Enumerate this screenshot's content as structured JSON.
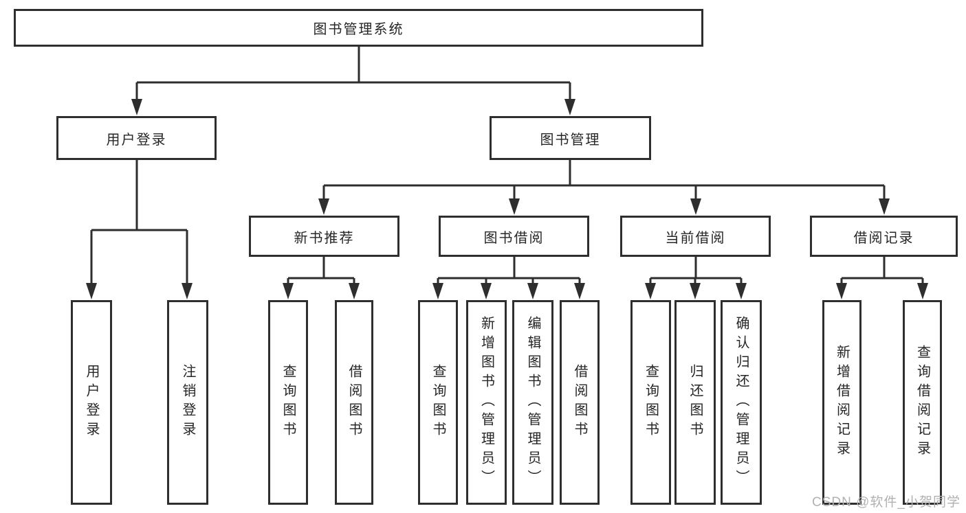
{
  "tree": {
    "label": "图书管理系统",
    "children": [
      {
        "label": "用户登录",
        "children": [
          {
            "label": "用户登录"
          },
          {
            "label": "注销登录"
          }
        ]
      },
      {
        "label": "图书管理",
        "children": [
          {
            "label": "新书推荐",
            "children": [
              {
                "label": "查询图书"
              },
              {
                "label": "借阅图书"
              }
            ]
          },
          {
            "label": "图书借阅",
            "children": [
              {
                "label": "查询图书"
              },
              {
                "label": "新增图书（管理员）"
              },
              {
                "label": "编辑图书（管理员）"
              },
              {
                "label": "借阅图书"
              }
            ]
          },
          {
            "label": "当前借阅",
            "children": [
              {
                "label": "查询图书"
              },
              {
                "label": "归还图书"
              },
              {
                "label": "确认归还（管理员）"
              }
            ]
          },
          {
            "label": "借阅记录",
            "children": [
              {
                "label": "新增借阅记录"
              },
              {
                "label": "查询借阅记录"
              }
            ]
          }
        ]
      }
    ]
  },
  "watermark": {
    "text": "CSDN @软件_小贺同学"
  },
  "colors": {
    "line": "#2e2e2e",
    "box_border": "#2e2e2e",
    "text": "#262626",
    "watermark": "#b1b1b1",
    "background": "#ffffff"
  }
}
